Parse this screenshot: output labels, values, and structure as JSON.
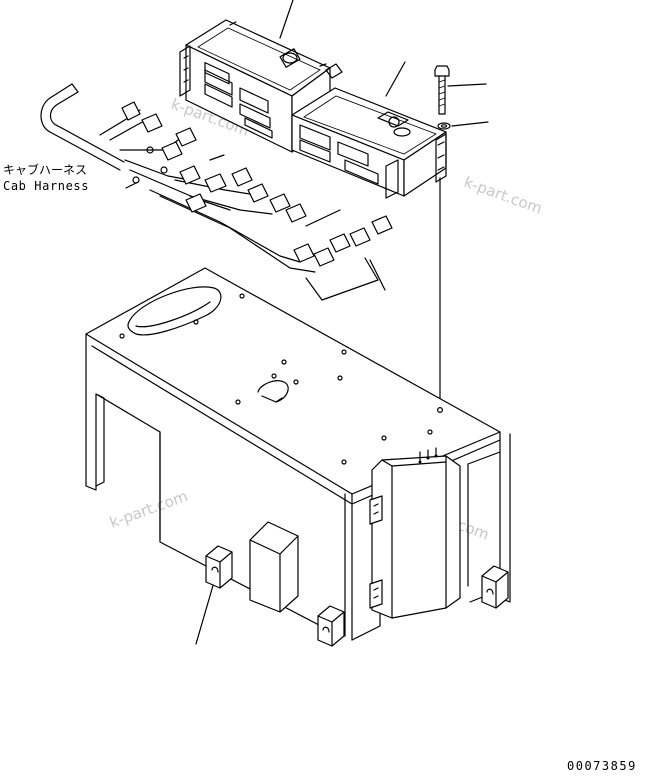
{
  "labels": {
    "harness_jp": "キャブハーネス",
    "harness_en": "Cab Harness",
    "drawing_number": "00073859"
  },
  "watermarks": {
    "text": "k-part.com"
  },
  "colors": {
    "line": "#000000",
    "background": "#ffffff",
    "watermark": "#c8c8c8"
  }
}
